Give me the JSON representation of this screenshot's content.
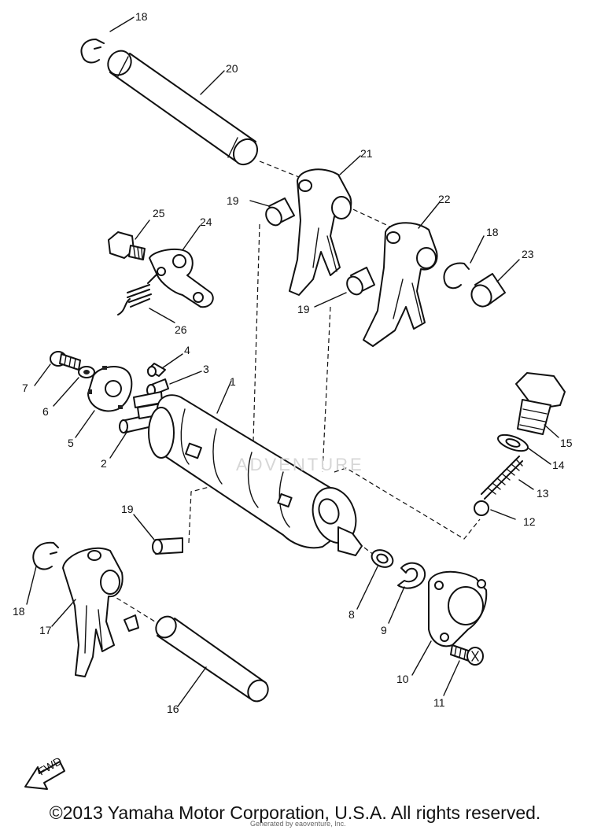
{
  "diagram": {
    "callouts": [
      {
        "id": "c1",
        "text": "1"
      },
      {
        "id": "c2",
        "text": "2"
      },
      {
        "id": "c3",
        "text": "3"
      },
      {
        "id": "c4",
        "text": "4"
      },
      {
        "id": "c5",
        "text": "5"
      },
      {
        "id": "c6",
        "text": "6"
      },
      {
        "id": "c7",
        "text": "7"
      },
      {
        "id": "c8",
        "text": "8"
      },
      {
        "id": "c9",
        "text": "9"
      },
      {
        "id": "c10",
        "text": "10"
      },
      {
        "id": "c11",
        "text": "11"
      },
      {
        "id": "c12",
        "text": "12"
      },
      {
        "id": "c13",
        "text": "13"
      },
      {
        "id": "c14",
        "text": "14"
      },
      {
        "id": "c15",
        "text": "15"
      },
      {
        "id": "c16",
        "text": "16"
      },
      {
        "id": "c17",
        "text": "17"
      },
      {
        "id": "c18a",
        "text": "18"
      },
      {
        "id": "c18b",
        "text": "18"
      },
      {
        "id": "c18c",
        "text": "18"
      },
      {
        "id": "c19a",
        "text": "19"
      },
      {
        "id": "c19b",
        "text": "19"
      },
      {
        "id": "c19c",
        "text": "19"
      },
      {
        "id": "c20",
        "text": "20"
      },
      {
        "id": "c21",
        "text": "21"
      },
      {
        "id": "c22",
        "text": "22"
      },
      {
        "id": "c23",
        "text": "23"
      },
      {
        "id": "c24",
        "text": "24"
      },
      {
        "id": "c25",
        "text": "25"
      },
      {
        "id": "c26",
        "text": "26"
      }
    ],
    "fwd_mark": "FWD",
    "watermark": "ADVENTURE",
    "small_credit": "Generated by eaoventure, Inc.",
    "copyright": "©2013 Yamaha Motor Corporation, U.S.A. All rights reserved."
  },
  "colors": {
    "ink": "#111111",
    "background": "#ffffff",
    "watermark": "#d6d6d6"
  }
}
